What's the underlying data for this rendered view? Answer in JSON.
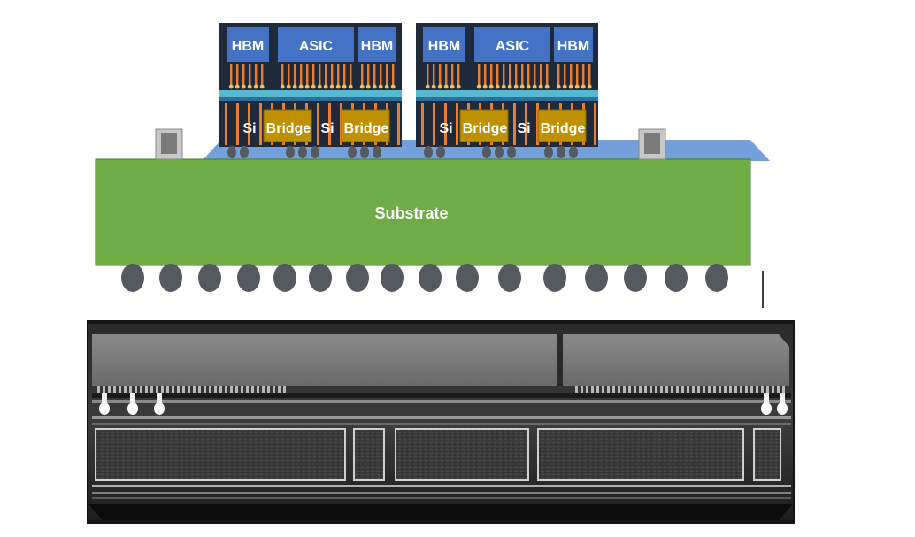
{
  "diagram": {
    "chip_labels": {
      "hbm": "HBM",
      "asic": "ASIC",
      "si": "Si",
      "bridge": "Bridge"
    },
    "substrate_label": "Substrate",
    "colors": {
      "substrate": "#6fac46",
      "hbm_die": "#4472c4",
      "chip_body": "#1f2a3a",
      "bridge": "#bf9000",
      "interconnect": "#ed7d31",
      "underfill": "#5b8fd6",
      "rdl": "#57b8d0",
      "ball": "#555a60"
    }
  }
}
